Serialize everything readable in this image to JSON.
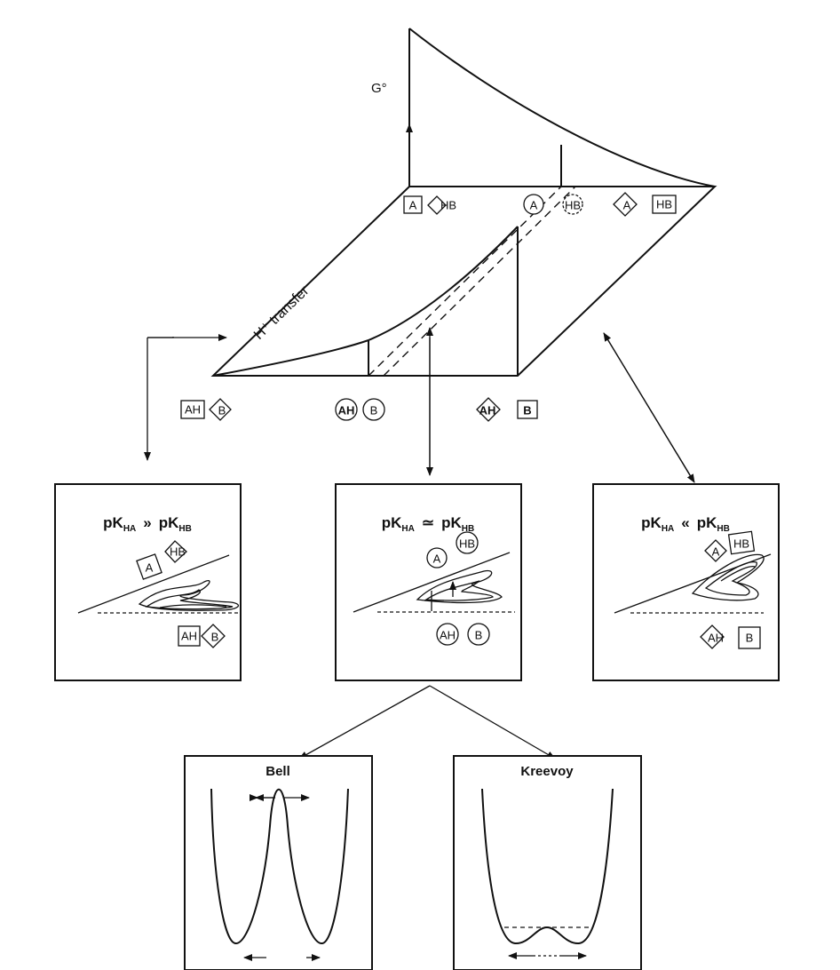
{
  "axis_label": "G°",
  "transfer_label": "H⁺ transfer",
  "back_labels": {
    "left": {
      "a": "A",
      "b": "HB"
    },
    "mid": {
      "a": "A",
      "b": "HB"
    },
    "right": {
      "a": "A",
      "b": "HB"
    }
  },
  "front_labels": {
    "left": {
      "a": "AH",
      "b": "B"
    },
    "mid": {
      "a": "AH",
      "b": "B"
    },
    "right": {
      "a": "AH",
      "b": "B"
    }
  },
  "panels": {
    "left": {
      "p": "pK",
      "s1": "HA",
      "rel": "»",
      "s2": "HB",
      "top_a": "A",
      "top_b": "HB",
      "bot_a": "AH",
      "bot_b": "B"
    },
    "mid": {
      "p": "pK",
      "s1": "HA",
      "rel": "≃",
      "s2": "HB",
      "top_a": "A",
      "top_b": "HB",
      "bot_a": "AH",
      "bot_b": "B"
    },
    "right": {
      "p": "pK",
      "s1": "HA",
      "rel": "«",
      "s2": "HB",
      "top_a": "A",
      "top_b": "HB",
      "bot_a": "AH",
      "bot_b": "B"
    }
  },
  "potentials": {
    "bell": {
      "title": "Bell"
    },
    "kreevoy": {
      "title": "Kreevoy"
    }
  }
}
